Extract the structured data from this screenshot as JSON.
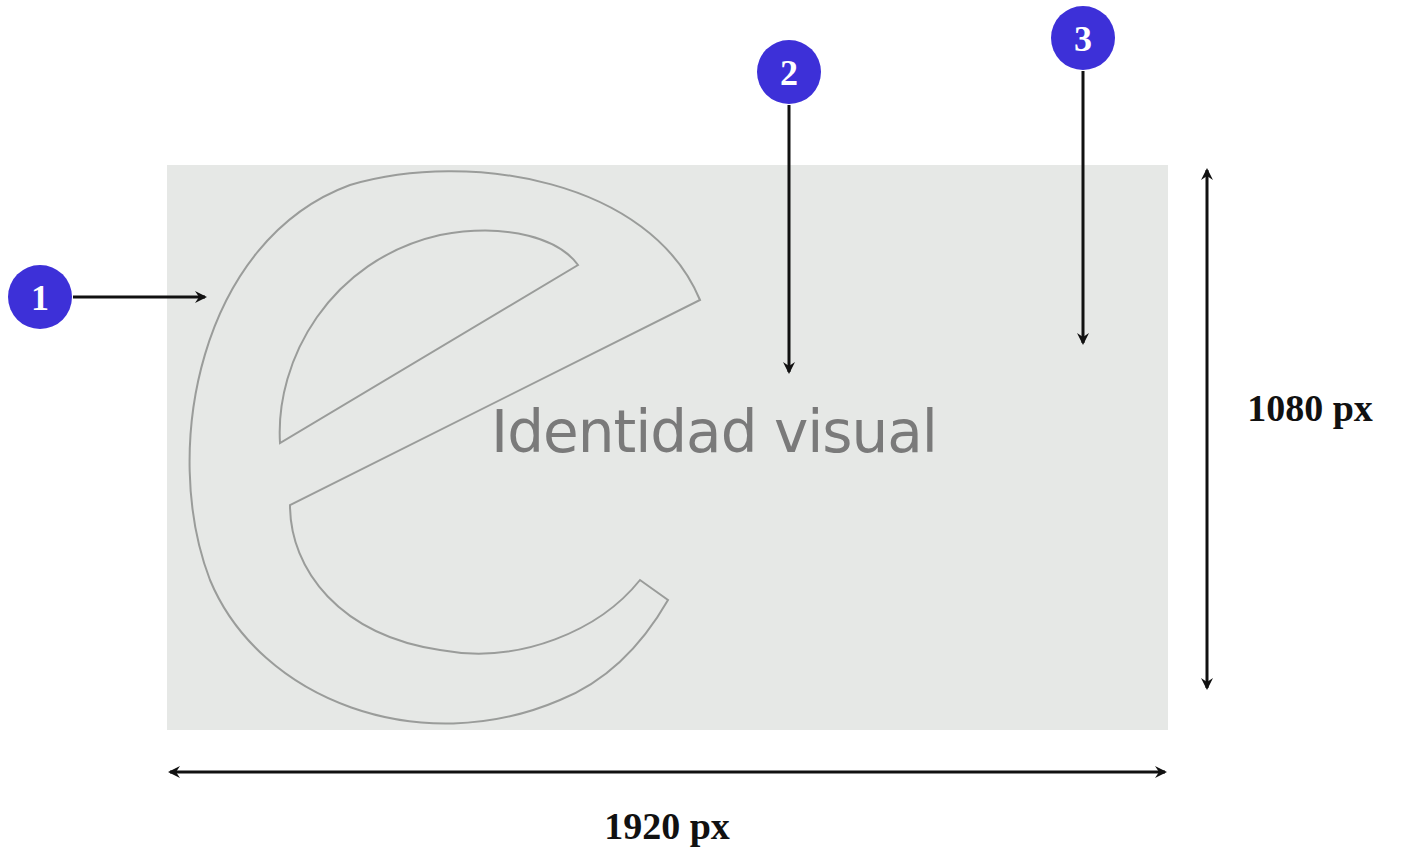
{
  "diagram": {
    "labels": [
      "1",
      "2",
      "3",
      "Identidad visual",
      "1920 px",
      "1080 px"
    ]
  }
}
